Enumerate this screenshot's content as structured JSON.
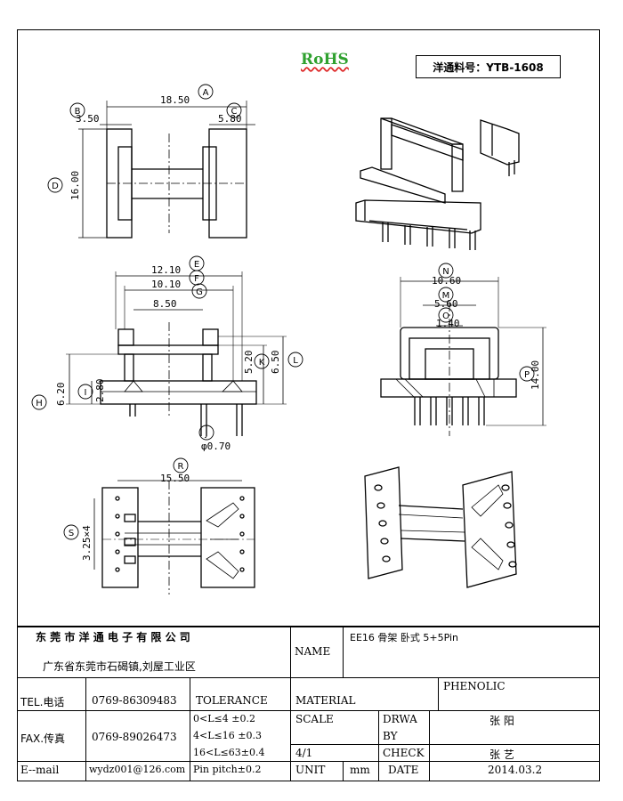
{
  "header": {
    "rohs": "RoHS",
    "part_number": "洋通料号：YTB-1608"
  },
  "dimensions": {
    "top_view": {
      "A": "18.50",
      "B": "3.50",
      "C": "5.80",
      "D": "16.00"
    },
    "front_view": {
      "E": "12.10",
      "F": "10.10",
      "G": "8.50",
      "H": "6.20",
      "I": "2.80",
      "K": "5.20",
      "L": "6.50",
      "J": "φ0.70"
    },
    "side_view": {
      "N": "10.60",
      "M": "5.60",
      "O": "1.40",
      "P": "14.00"
    },
    "bottom_view": {
      "R": "15.50",
      "S": "3.25×4"
    },
    "labels": [
      "A",
      "B",
      "C",
      "D",
      "E",
      "F",
      "G",
      "H",
      "I",
      "J",
      "K",
      "L",
      "M",
      "N",
      "O",
      "P",
      "R",
      "S"
    ]
  },
  "title_block": {
    "company": "东 莞 市 洋 通 电 子 有 限 公 司",
    "address": "广东省东莞市石碣镇,刘屋工业区",
    "name_label": "NAME",
    "name_value": "EE16  骨架   卧式 5+5Pin",
    "tel_label": "TEL.电话",
    "tel_value": "0769-86309483",
    "tolerance_label": "TOLERANCE",
    "material_label": "MATERIAL",
    "material_value": "PHENOLIC",
    "fax_label": "FAX.传真",
    "fax_value": "0769-89026473",
    "tol_1": "0<L≤4   ±0.2",
    "tol_2": "4<L≤16  ±0.3",
    "tol_3": "16<L≤63±0.4",
    "tol_4": "Pin pitch±0.2",
    "scale_label": "SCALE",
    "scale_value": "4/1",
    "drawn_label": "DRWA",
    "drawn_label2": "BY",
    "drawn_value": "张 阳",
    "check_label": "CHECK",
    "check_value": "张 艺",
    "email_label": "E--mail",
    "email_value": "wydz001@126.com",
    "unit_label": "UNIT",
    "unit_value": "mm",
    "date_label": "DATE",
    "date_value": "2014.03.2"
  }
}
